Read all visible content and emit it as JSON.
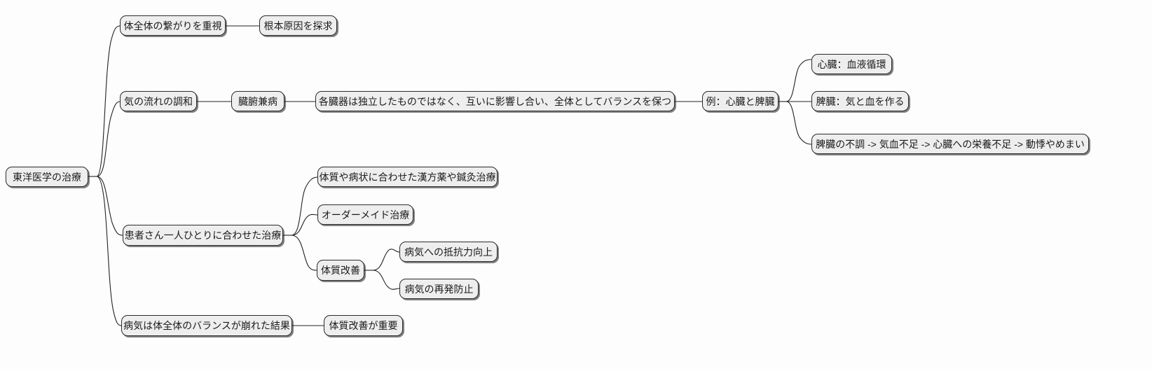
{
  "diagram": {
    "type": "mindmap",
    "title": "東洋医学の治療",
    "background_color": "#fdfdfd",
    "node_fill": "#eeeeee",
    "node_border": "#2b2b2b",
    "edge_color": "#222222"
  },
  "nodes": {
    "root": "東洋医学の治療",
    "b1": "体全体の繋がりを重視",
    "b1c1": "根本原因を探求",
    "b2": "気の流れの調和",
    "b2c1": "臓腑兼病",
    "b2c1c1": "各臓器は独立したものではなく、互いに影響し合い、全体としてバランスを保つ",
    "b2c1c1c1": "例：心臓と脾臓",
    "ex1": "心臓：血液循環",
    "ex2": "脾臓：気と血を作る",
    "ex3": "脾臓の不調 -> 気血不足 -> 心臓への栄養不足 -> 動悸やめまい",
    "b3": "患者さん一人ひとりに合わせた治療",
    "b3c1": "体質や病状に合わせた漢方薬や鍼灸治療",
    "b3c2": "オーダーメイド治療",
    "b3c3": "体質改善",
    "b3c3c1": "病気への抵抗力向上",
    "b3c3c2": "病気の再発防止",
    "b4": "病気は体全体のバランスが崩れた結果",
    "b4c1": "体質改善が重要"
  }
}
